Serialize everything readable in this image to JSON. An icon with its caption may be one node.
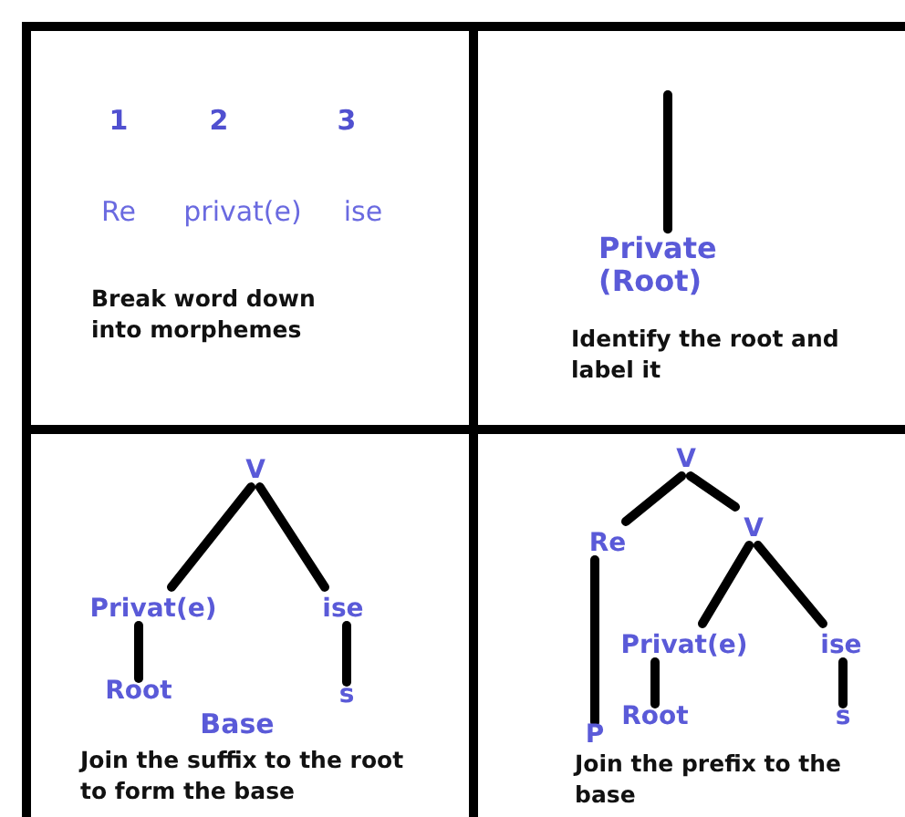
{
  "diagram": {
    "nodes": [
      {
        "text": [
          "Break word down into morphemes"
        ]
      },
      {
        "text": [
          "Identify the root and label it"
        ]
      },
      {
        "text": [
          "Private (Root)"
        ],
        "in": 1
      },
      {
        "text": [
          "Join the suffix to the root to form the base"
        ]
      },
      {
        "text": [
          "V"
        ],
        "in": 3
      },
      {
        "text": [
          "Privat(e)"
        ],
        "in": 3
      },
      {
        "text": [
          "ise"
        ],
        "in": 3
      },
      {
        "text": [
          "Root"
        ],
        "in": 3
      },
      {
        "text": [
          "s"
        ],
        "in": 3
      },
      {
        "text": [
          "Join the prefix to the base"
        ]
      },
      {
        "text": [
          "V"
        ],
        "in": 9
      },
      {
        "text": [
          "Re"
        ],
        "in": 9
      },
      {
        "text": [
          "V"
        ],
        "in": 9
      },
      {
        "text": [
          "Privat(e)"
        ],
        "in": 9
      },
      {
        "text": [
          "ise"
        ],
        "in": 9
      },
      {
        "text": [
          "P"
        ],
        "in": 9
      },
      {
        "text": [
          "Root"
        ],
        "in": 9
      },
      {
        "text": [
          "s"
        ],
        "in": 9
      }
    ],
    "edges": [
      {
        "from": null,
        "to": 2,
        "arrow": "none"
      },
      {
        "from": 4,
        "to": 5,
        "arrow": "none"
      },
      {
        "from": 4,
        "to": 6,
        "arrow": "none"
      },
      {
        "from": 5,
        "to": 7,
        "arrow": "none"
      },
      {
        "from": 6,
        "to": 8,
        "arrow": "none"
      },
      {
        "from": 10,
        "to": 11,
        "arrow": "none"
      },
      {
        "from": 10,
        "to": 12,
        "arrow": "none"
      },
      {
        "from": 11,
        "to": 15,
        "arrow": "none"
      },
      {
        "from": 12,
        "to": 13,
        "arrow": "none"
      },
      {
        "from": 12,
        "to": 14,
        "arrow": "none"
      },
      {
        "from": 13,
        "to": 16,
        "arrow": "none"
      },
      {
        "from": 14,
        "to": 17,
        "arrow": "none"
      }
    ],
    "labels": [
      "1",
      "2",
      "3",
      "Re",
      "privat(e)",
      "ise",
      "Base"
    ]
  }
}
